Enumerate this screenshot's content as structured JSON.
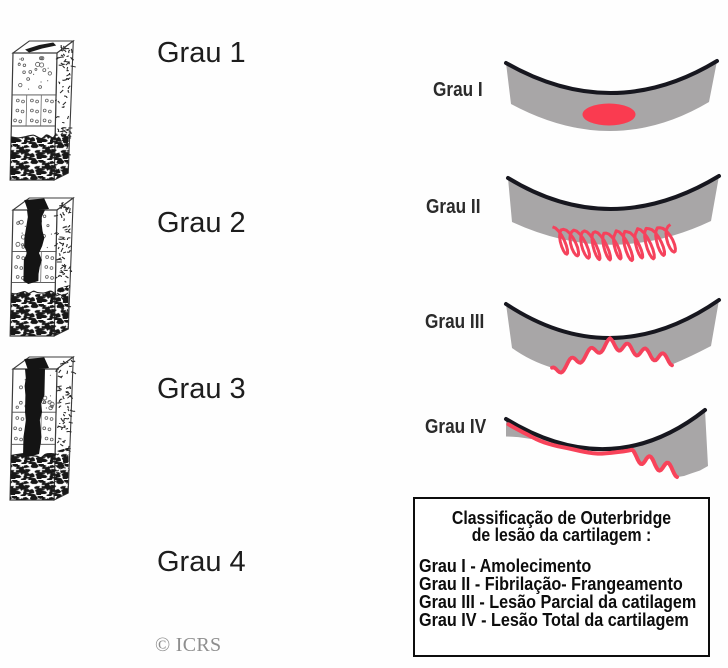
{
  "figure": {
    "type": "medical-diagram",
    "subject": "Outerbridge classification of cartilage lesions"
  },
  "left_column": {
    "labels": [
      {
        "label": "Grau 1"
      },
      {
        "label": "Grau 2"
      },
      {
        "label": "Grau 3"
      },
      {
        "label": "Grau 4"
      }
    ],
    "credit": "© ICRS"
  },
  "right_column": {
    "labels": [
      {
        "label": "Grau I"
      },
      {
        "label": "Grau II"
      },
      {
        "label": "Grau III"
      },
      {
        "label": "Grau IV"
      }
    ]
  },
  "legend_box": {
    "title_line1": "Classificação de Outerbridge",
    "title_line2": "de lesão da cartilagem :",
    "items": [
      {
        "text": "Grau I - Amolecimento"
      },
      {
        "text": "Grau II - Fibrilação- Frangeamento"
      },
      {
        "text": "Grau III - Lesão Parcial da catilagem"
      },
      {
        "text": "Grau IV - Lesão Total da cartilagem"
      }
    ]
  },
  "colors": {
    "lesion_red": "#fa3b50",
    "cartilage_gray": "#a8a6a7",
    "bone_line_black": "#17171f",
    "text_black": "#1d1d1d",
    "credit_gray": "#8b8b8b"
  }
}
